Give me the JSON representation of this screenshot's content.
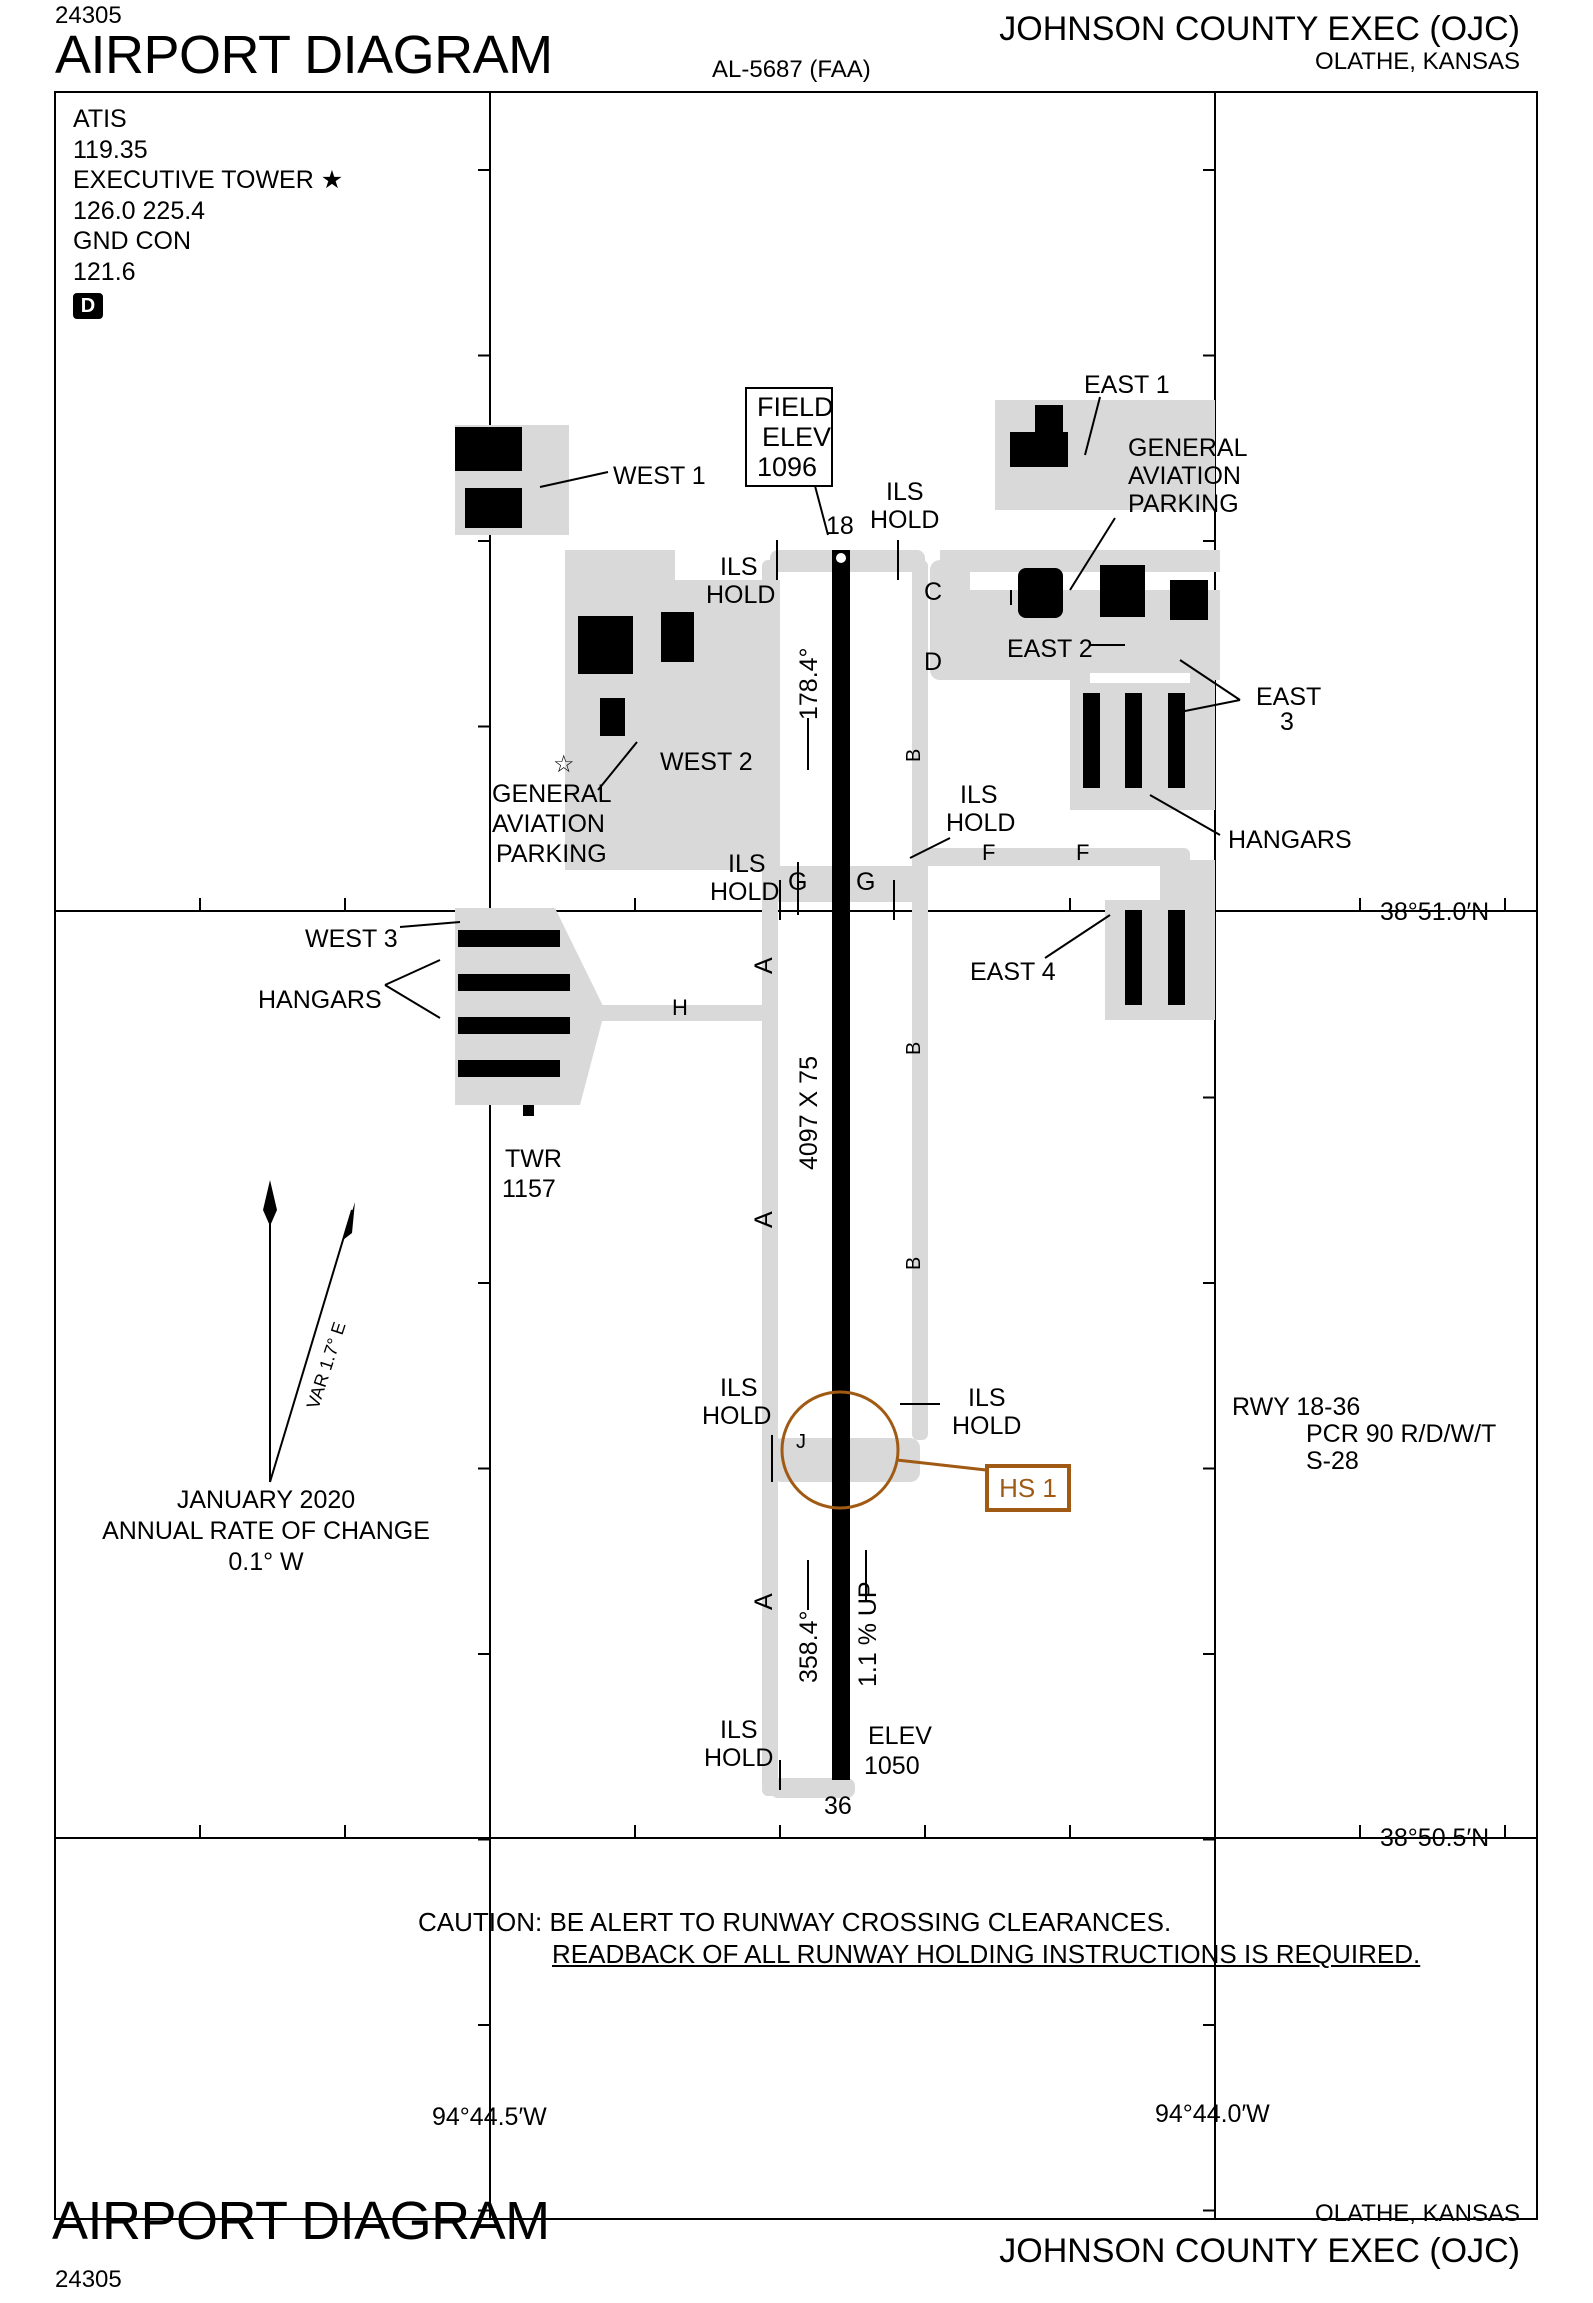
{
  "header": {
    "procedure_number": "24305",
    "title": "AIRPORT DIAGRAM",
    "chart_id": "AL-5687 (FAA)",
    "airport_name": "JOHNSON COUNTY EXEC (OJC)",
    "city_state": "OLATHE, KANSAS"
  },
  "footer": {
    "title": "AIRPORT DIAGRAM",
    "procedure_number": "24305",
    "city_state": "OLATHE, KANSAS",
    "airport_name": "JOHNSON COUNTY EXEC (OJC)"
  },
  "frequencies": {
    "atis_label": "ATIS",
    "atis_freq": "119.35",
    "tower_label": "EXECUTIVE TOWER",
    "tower_freq": "126.0  225.4",
    "gnd_label": "GND CON",
    "gnd_freq": "121.6",
    "d_badge": "D"
  },
  "field_elevation": {
    "line1": "FIELD",
    "line2": "ELEV",
    "value": "1096"
  },
  "runway": {
    "end_north": "18",
    "end_south": "36",
    "dimensions": "4097 X 75",
    "heading_north": "178.4°",
    "heading_south": "358.4°",
    "gradient": "1.1 % UP",
    "south_elev_label": "ELEV",
    "south_elev_value": "1050"
  },
  "runway_info": {
    "rwy": "RWY  18-36",
    "pcr": "PCR 90 R/D/W/T",
    "strength": "S-28"
  },
  "taxiways": {
    "a": "A",
    "b": "B",
    "c": "C",
    "d": "D",
    "f": "F",
    "g": "G",
    "h": "H",
    "j": "J"
  },
  "labels": {
    "ils": "ILS",
    "hold": "HOLD",
    "west1": "WEST 1",
    "west2": "WEST 2",
    "west3": "WEST 3",
    "east1": "EAST 1",
    "east2": "EAST 2",
    "east3_l1": "EAST",
    "east3_l2": "3",
    "east4": "EAST 4",
    "hangars": "HANGARS",
    "ga_l1": "GENERAL",
    "ga_l2": "AVIATION",
    "ga_l3": "PARKING",
    "twr": "TWR",
    "twr_elev": "1157",
    "hot_spot": "HS 1"
  },
  "coordinates": {
    "lat_north": "38°51.0′N",
    "lat_south": "38°50.5′N",
    "lon_west": "94°44.5′W",
    "lon_east": "94°44.0′W"
  },
  "magnetic": {
    "var_label": "VAR 1.7° E",
    "date": "JANUARY 2020",
    "rate_label": "ANNUAL RATE OF CHANGE",
    "rate": "0.1° W"
  },
  "caution": {
    "line1": "CAUTION: BE ALERT TO RUNWAY CROSSING CLEARANCES.",
    "line2": "READBACK OF ALL RUNWAY HOLDING INSTRUCTIONS IS REQUIRED."
  },
  "colors": {
    "pavement": "#d9d9d9",
    "runway": "#000000",
    "hot_spot": "#a05a14",
    "ink": "#000000"
  }
}
